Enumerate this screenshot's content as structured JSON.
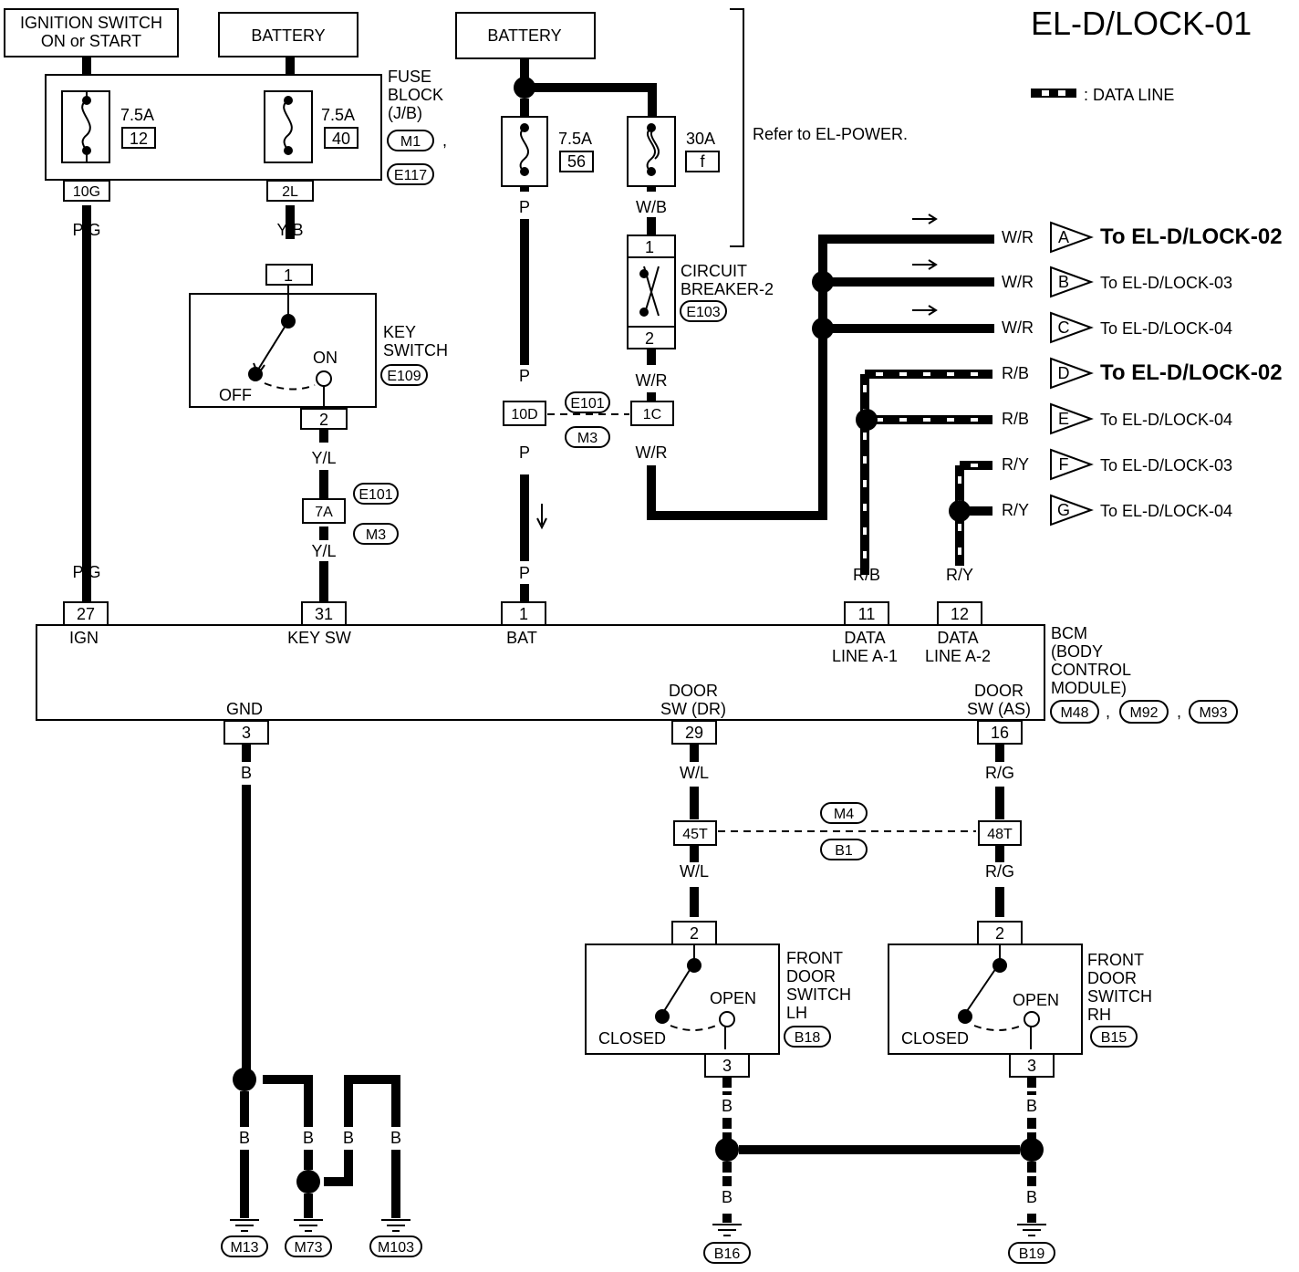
{
  "title": "EL-D/LOCK-01",
  "legend": ": DATA LINE",
  "sources": {
    "ignition_l1": "IGNITION SWITCH",
    "ignition_l2": "ON or START",
    "battery1": "BATTERY",
    "battery2": "BATTERY"
  },
  "fuse_block": {
    "l1": "FUSE",
    "l2": "BLOCK",
    "l3": "(J/B)",
    "conn1": "M1",
    "conn2": "E117",
    "fuse1_amp": "7.5A",
    "fuse1_no": "12",
    "fuse2_amp": "7.5A",
    "fuse2_no": "40",
    "term1": "10G",
    "term2": "2L"
  },
  "fuse3": {
    "amp": "7.5A",
    "no": "56"
  },
  "fuse4": {
    "amp": "30A",
    "no": "f"
  },
  "refer": "Refer to EL-POWER.",
  "circuit_breaker": {
    "l1": "CIRCUIT",
    "l2": "BREAKER-2",
    "conn": "E103",
    "t1": "1",
    "t2": "2"
  },
  "key_switch": {
    "l1": "KEY",
    "l2": "SWITCH",
    "conn": "E109",
    "off": "OFF",
    "on": "ON",
    "t1": "1",
    "t2": "2"
  },
  "joints": {
    "j7a": "7A",
    "j7a_c1": "E101",
    "j7a_c2": "M3",
    "j10d": "10D",
    "j1c": "1C",
    "jc1": "E101",
    "jc2": "M3",
    "j45t": "45T",
    "j48t": "48T",
    "jm4": "M4",
    "jb1": "B1"
  },
  "wires": {
    "pg": "P/G",
    "yb": "Y/B",
    "yl": "Y/L",
    "p": "P",
    "wb": "W/B",
    "wr": "W/R",
    "rb": "R/B",
    "ry": "R/Y",
    "b": "B",
    "wl": "W/L",
    "rg": "R/G"
  },
  "outputs": [
    {
      "wire": "W/R",
      "letter": "A",
      "to": "To EL-D/LOCK-02"
    },
    {
      "wire": "W/R",
      "letter": "B",
      "to": "To EL-D/LOCK-03"
    },
    {
      "wire": "W/R",
      "letter": "C",
      "to": "To EL-D/LOCK-04"
    },
    {
      "wire": "R/B",
      "letter": "D",
      "to": "To EL-D/LOCK-02"
    },
    {
      "wire": "R/B",
      "letter": "E",
      "to": "To EL-D/LOCK-04"
    },
    {
      "wire": "R/Y",
      "letter": "F",
      "to": "To EL-D/LOCK-03"
    },
    {
      "wire": "R/Y",
      "letter": "G",
      "to": "To EL-D/LOCK-04"
    }
  ],
  "bcm": {
    "l1": "BCM",
    "l2": "(BODY",
    "l3": "CONTROL",
    "l4": "MODULE)",
    "c1": "M48",
    "c2": "M92",
    "c3": "M93",
    "pins": {
      "ign_no": "27",
      "ign": "IGN",
      "key_no": "31",
      "key": "KEY SW",
      "bat_no": "1",
      "bat": "BAT",
      "dl1_no": "11",
      "dl1_a": "DATA",
      "dl1_b": "LINE A-1",
      "dl2_no": "12",
      "dl2_a": "DATA",
      "dl2_b": "LINE A-2",
      "gnd_no": "3",
      "gnd": "GND",
      "dsd_no": "29",
      "dsd_a": "DOOR",
      "dsd_b": "SW (DR)",
      "dsa_no": "16",
      "dsa_a": "DOOR",
      "dsa_b": "SW (AS)"
    }
  },
  "door_lh": {
    "l1": "FRONT",
    "l2": "DOOR",
    "l3": "SWITCH",
    "l4": "LH",
    "conn": "B18",
    "open": "OPEN",
    "closed": "CLOSED",
    "t1": "2",
    "t2": "3"
  },
  "door_rh": {
    "l1": "FRONT",
    "l2": "DOOR",
    "l3": "SWITCH",
    "l4": "RH",
    "conn": "B15",
    "open": "OPEN",
    "closed": "CLOSED",
    "t1": "2",
    "t2": "3"
  },
  "grounds": [
    "M13",
    "M73",
    "M103",
    "B16",
    "B19"
  ]
}
